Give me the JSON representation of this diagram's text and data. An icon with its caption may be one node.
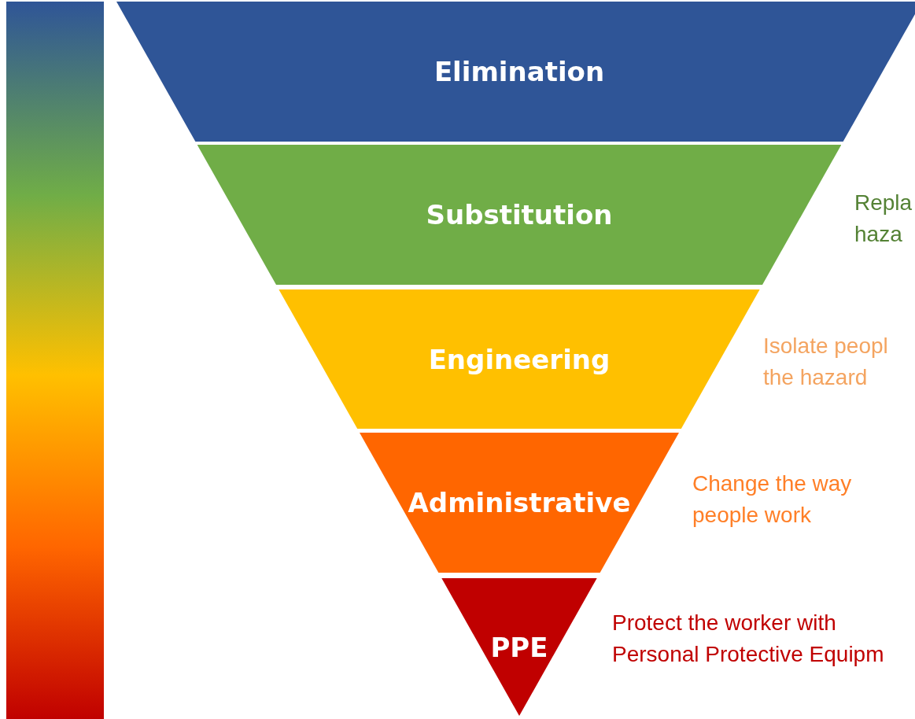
{
  "diagram": {
    "nodes": [
      {
        "text": [],
        "shape": "bar"
      },
      {
        "text": [
          "Elimination"
        ]
      },
      {
        "text": [
          "Substitution"
        ],
        "beside": [
          "Repla haza"
        ]
      },
      {
        "text": [
          "Engineering"
        ],
        "beside": [
          "Isolate peopl the hazard"
        ]
      },
      {
        "text": [
          "Administrative"
        ],
        "beside": [
          "Change the way people work"
        ]
      },
      {
        "text": [
          "PPE"
        ],
        "beside": [
          "Protect the worker with Personal Protective Equipm"
        ]
      }
    ],
    "edges": []
  }
}
